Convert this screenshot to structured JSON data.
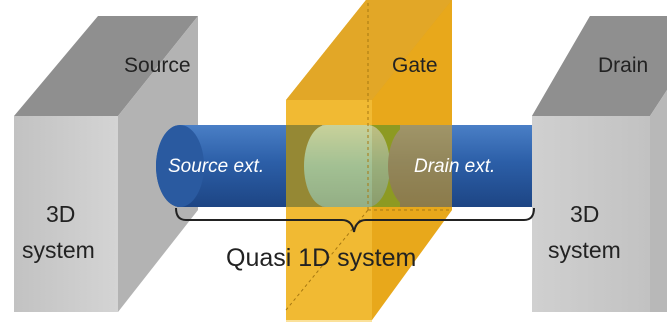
{
  "labels": {
    "source": "Source",
    "gate": "Gate",
    "drain": "Drain",
    "source_ext": "Source ext.",
    "drain_ext": "Drain ext.",
    "left_block_line1": "3D",
    "left_block_line2": "system",
    "right_block_line1": "3D",
    "right_block_line2": "system",
    "quasi": "Quasi 1D system"
  },
  "colors": {
    "block_front": "#c9c9c9",
    "block_top": "#8f8f8f",
    "block_side": "#b5b5b5",
    "gate_front": "#f5c445",
    "gate_top": "#e2a628",
    "gate_back": "#e8a81c",
    "tube": "#2c5fa8",
    "tube_highlight": "#4a7fc6",
    "center": "#3bb6ef",
    "center_light": "#8fdcff",
    "channel_dark": "#1e3a1e",
    "channel_green": "#1f8a2a",
    "text_dark": "#222222",
    "text_light": "#ffffff"
  }
}
